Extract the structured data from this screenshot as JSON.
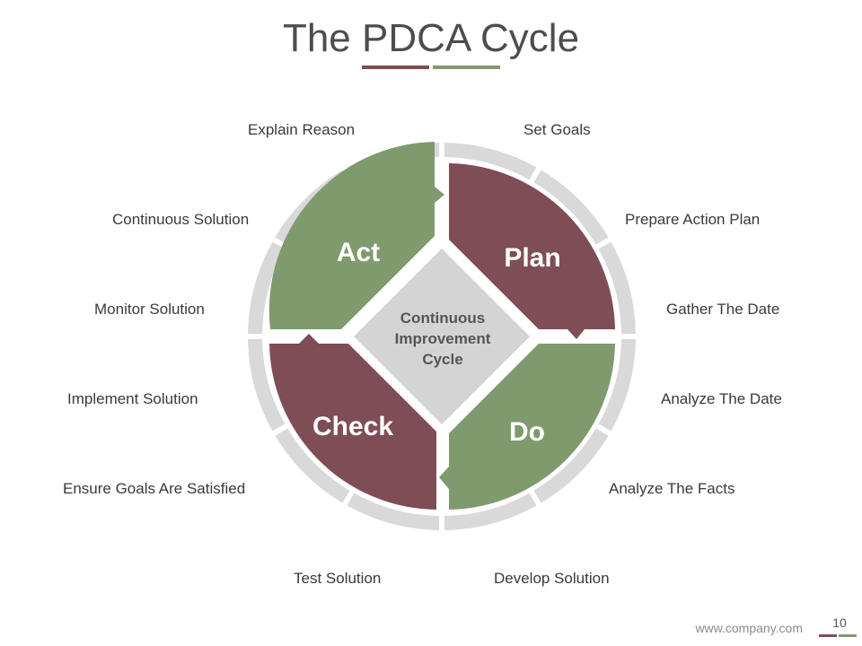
{
  "title": "The PDCA Cycle",
  "colors": {
    "plan_check": "#7f4d56",
    "act_do": "#7f9a6d",
    "ring": "#d9d9d9",
    "center": "#d4d4d4",
    "title_bar_left": "#7f4d56",
    "title_bar_right": "#7f9a6d"
  },
  "quadrants": {
    "act": "Act",
    "plan": "Plan",
    "do": "Do",
    "check": "Check"
  },
  "center": {
    "line1": "Continuous",
    "line2": "Improvement",
    "line3": "Cycle"
  },
  "labels_left": [
    "Explain Reason",
    "Continuous Solution",
    "Monitor Solution",
    "Implement Solution",
    "Ensure Goals Are Satisfied",
    "Test Solution"
  ],
  "labels_right": [
    "Set Goals",
    "Prepare Action Plan",
    "Gather The Date",
    "Analyze The Date",
    "Analyze The Facts",
    "Develop Solution"
  ],
  "footer": {
    "url": "www.company.com",
    "page": "10"
  }
}
